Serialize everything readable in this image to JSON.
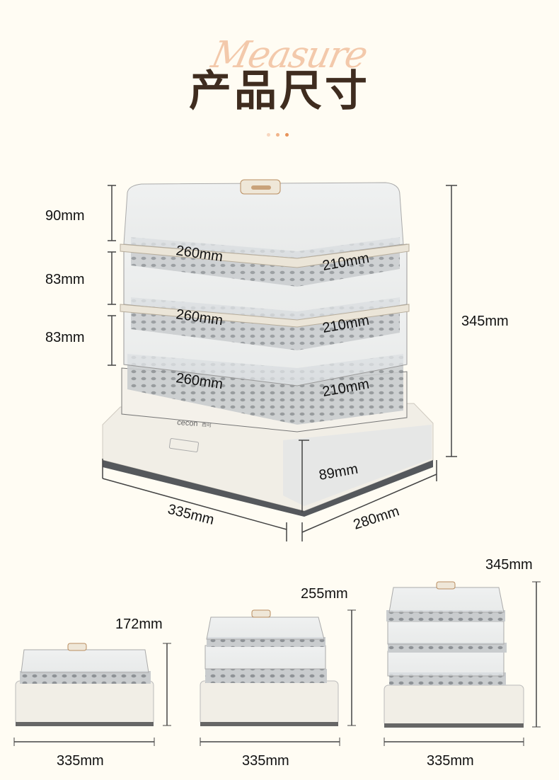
{
  "header": {
    "watermark": "Measure",
    "title": "产品尺寸",
    "dot_colors": [
      "#f8d7c0",
      "#f1b48a",
      "#e8935a"
    ]
  },
  "brand": {
    "logo": "cecon",
    "logo_cn": "西可"
  },
  "main_diagram": {
    "lid_height": "90mm",
    "tier_heights": [
      "83mm",
      "83mm"
    ],
    "total_height": "345mm",
    "tray_dims": [
      {
        "length": "260mm",
        "width": "210mm"
      },
      {
        "length": "260mm",
        "width": "210mm"
      },
      {
        "length": "260mm",
        "width": "210mm"
      }
    ],
    "base_height": "89mm",
    "base_length": "335mm",
    "base_width": "280mm"
  },
  "variants": [
    {
      "height": "172mm",
      "width": "335mm",
      "tiers": 1
    },
    {
      "height": "255mm",
      "width": "335mm",
      "tiers": 2
    },
    {
      "height": "345mm",
      "width": "335mm",
      "tiers": 3
    }
  ],
  "colors": {
    "background": "#fffcf3",
    "title": "#3f2c1f",
    "accent": "#f3c9ab"
  }
}
